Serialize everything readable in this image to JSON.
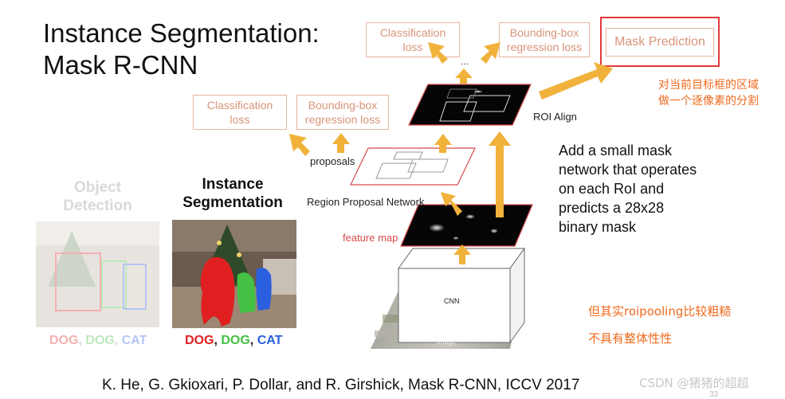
{
  "title": {
    "line1": "Instance Segmentation:",
    "line2": "Mask R-CNN"
  },
  "top_boxes": {
    "classification": [
      "Classification",
      "loss"
    ],
    "bbox": [
      "Bounding-box",
      "regression loss"
    ],
    "ellipsis": "...",
    "mask_prediction": "Mask Prediction"
  },
  "mid_boxes": {
    "classification": [
      "Classification",
      "loss"
    ],
    "bbox": [
      "Bounding-box",
      "regression loss"
    ]
  },
  "annotations_cn": {
    "mask_note": [
      "对当前目标框的区域",
      "做一个逐像素的分割"
    ],
    "roipooling_note": [
      "但其实roipooling比较粗糙",
      "不具有整体性性"
    ]
  },
  "labels": {
    "roi_align": "ROI Align",
    "proposals": "proposals",
    "rpn": "Region Proposal Network",
    "feature_map": "feature map",
    "cnn": "CNN",
    "image": "image"
  },
  "description": [
    "Add a small mask",
    "network that operates",
    "on each RoI and",
    "predicts a 28x28",
    "binary mask"
  ],
  "object_detection": {
    "title": [
      "Object",
      "Detection"
    ],
    "caption": [
      "DOG",
      ", ",
      "DOG",
      ", ",
      "CAT"
    ]
  },
  "instance_segmentation": {
    "title": [
      "Instance",
      "Segmentation"
    ],
    "caption": [
      "DOG",
      ", ",
      "DOG",
      ", ",
      "CAT"
    ]
  },
  "citation": "K. He, G. Gkioxari, P. Dollar, and R. Girshick, Mask R-CNN, ICCV 2017",
  "watermark": "CSDN @猪猪的超超",
  "page_number": "33",
  "colors": {
    "arrow": "#f0b23a",
    "box_border": "#e6b49c",
    "box_text": "#d8947a",
    "highlight_red": "#e23a3a",
    "annotation_orange": "#ef6a1e",
    "dog1": "#e02020",
    "dog2": "#44c044",
    "cat": "#2a5fe0"
  }
}
